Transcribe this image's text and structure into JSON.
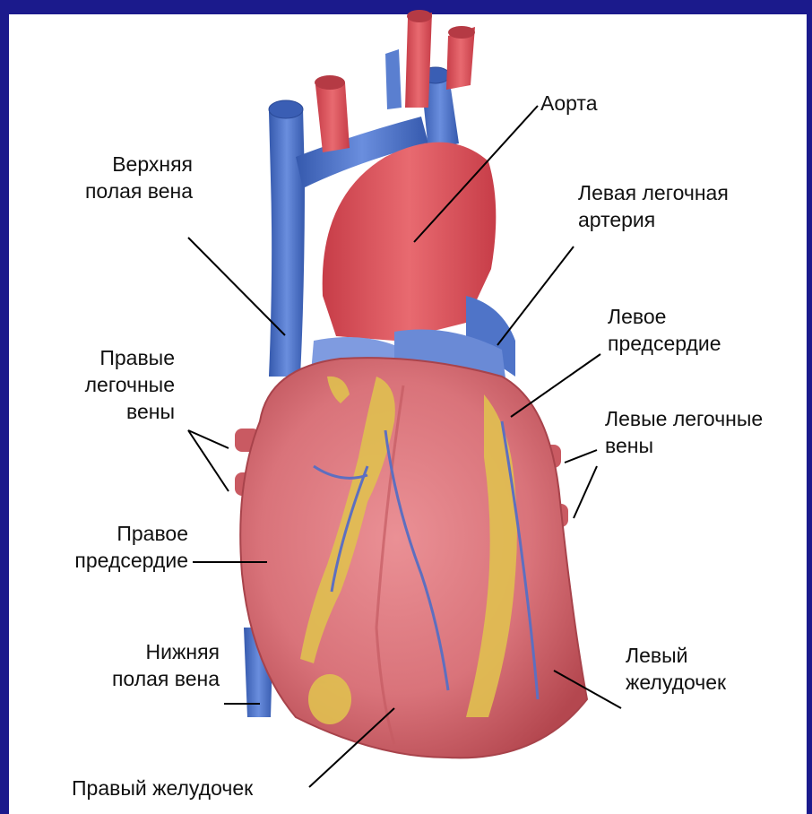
{
  "labels": {
    "aorta": "Аорта",
    "svc": "Верхняя\nполая вена",
    "lpa": "Левая легочная\nартерия",
    "la": "Левое\nпредсердие",
    "rpv": "Правые\nлегочные\nвены",
    "lpv": "Левые легочные\nвены",
    "ra": "Правое\nпредсердие",
    "ivc": "Нижняя\nполая вена",
    "lv": "Левый\nжелудочек",
    "rv": "Правый желудочек"
  },
  "colors": {
    "slide_background": "#1b1a8c",
    "vein_blue": "#4e74c8",
    "artery_red": "#d8525a",
    "heart_muscle": "#d9737a",
    "fat_yellow": "#e0c050"
  }
}
